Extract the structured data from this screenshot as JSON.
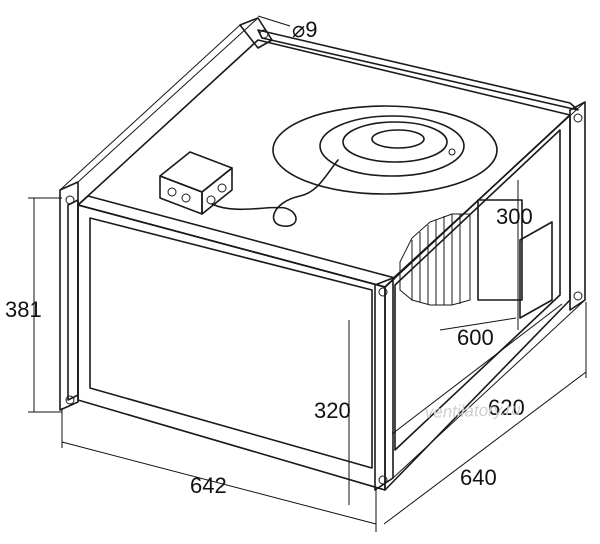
{
  "dimensions": {
    "hole_diameter": "⌀9",
    "height_outer": "381",
    "height_inner": "320",
    "width_outer": "642",
    "depth_outer": "640",
    "depth_inner": "620",
    "width_inner": "600",
    "height_flange": "300"
  },
  "watermark": "ventilatory.ru",
  "colors": {
    "line": "#1a1a1a",
    "face_light": "#f4f4f4",
    "face_mid": "#e9e9e9",
    "face_dark": "#dcdcdc",
    "motor": "#e6e6e6",
    "watermark": "#cfcfcf"
  }
}
